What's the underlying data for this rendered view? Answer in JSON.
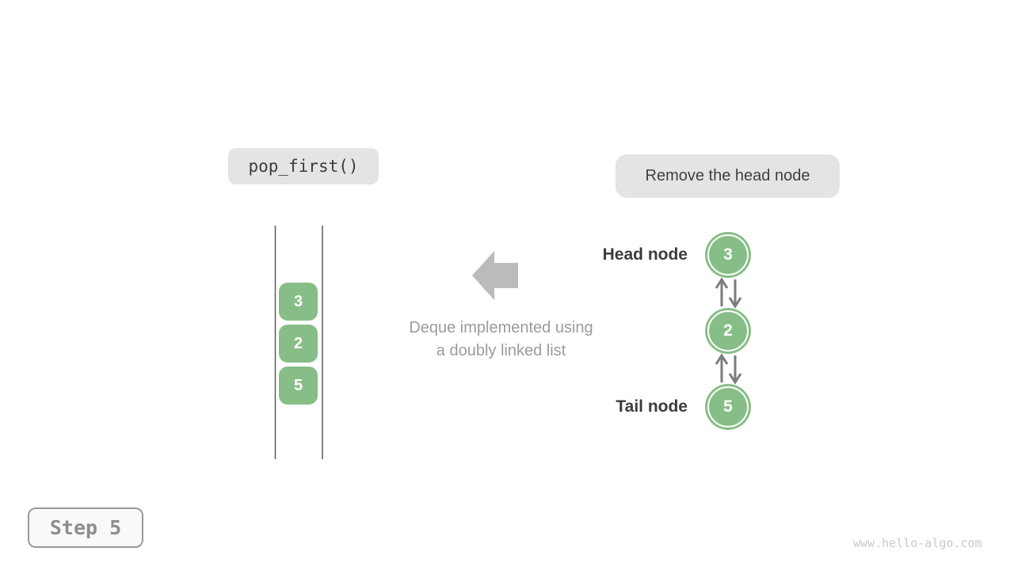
{
  "operation_badge": {
    "label": "pop_first()"
  },
  "description_badge": {
    "label": "Remove the head node"
  },
  "deque_view": {
    "items": [
      "3",
      "2",
      "5"
    ]
  },
  "caption": {
    "line1": "Deque implemented using",
    "line2": "a doubly linked list"
  },
  "linked_list": {
    "nodes": [
      {
        "value": "3",
        "label": "Head node"
      },
      {
        "value": "2",
        "label": ""
      },
      {
        "value": "5",
        "label": "Tail node"
      }
    ],
    "edges": [
      {
        "between": [
          "3",
          "2"
        ],
        "arrows": "both"
      },
      {
        "between": [
          "2",
          "5"
        ],
        "arrows": "both"
      }
    ]
  },
  "step_badge": {
    "label": "Step 5"
  },
  "watermark": {
    "text": "www.hello-algo.com"
  },
  "colors": {
    "node_green": "#87be87",
    "badge_gray": "#e4e4e4",
    "link_arrow_gray": "#7b7b7b",
    "block_arrow_gray": "#bbbbbb",
    "channel_line_gray": "#5a5a5a",
    "text_dark": "#3c3c3c",
    "text_muted": "#9b9b9b",
    "step_text_gray": "#8d8d8d",
    "watermark_gray": "#c9c9c9"
  }
}
